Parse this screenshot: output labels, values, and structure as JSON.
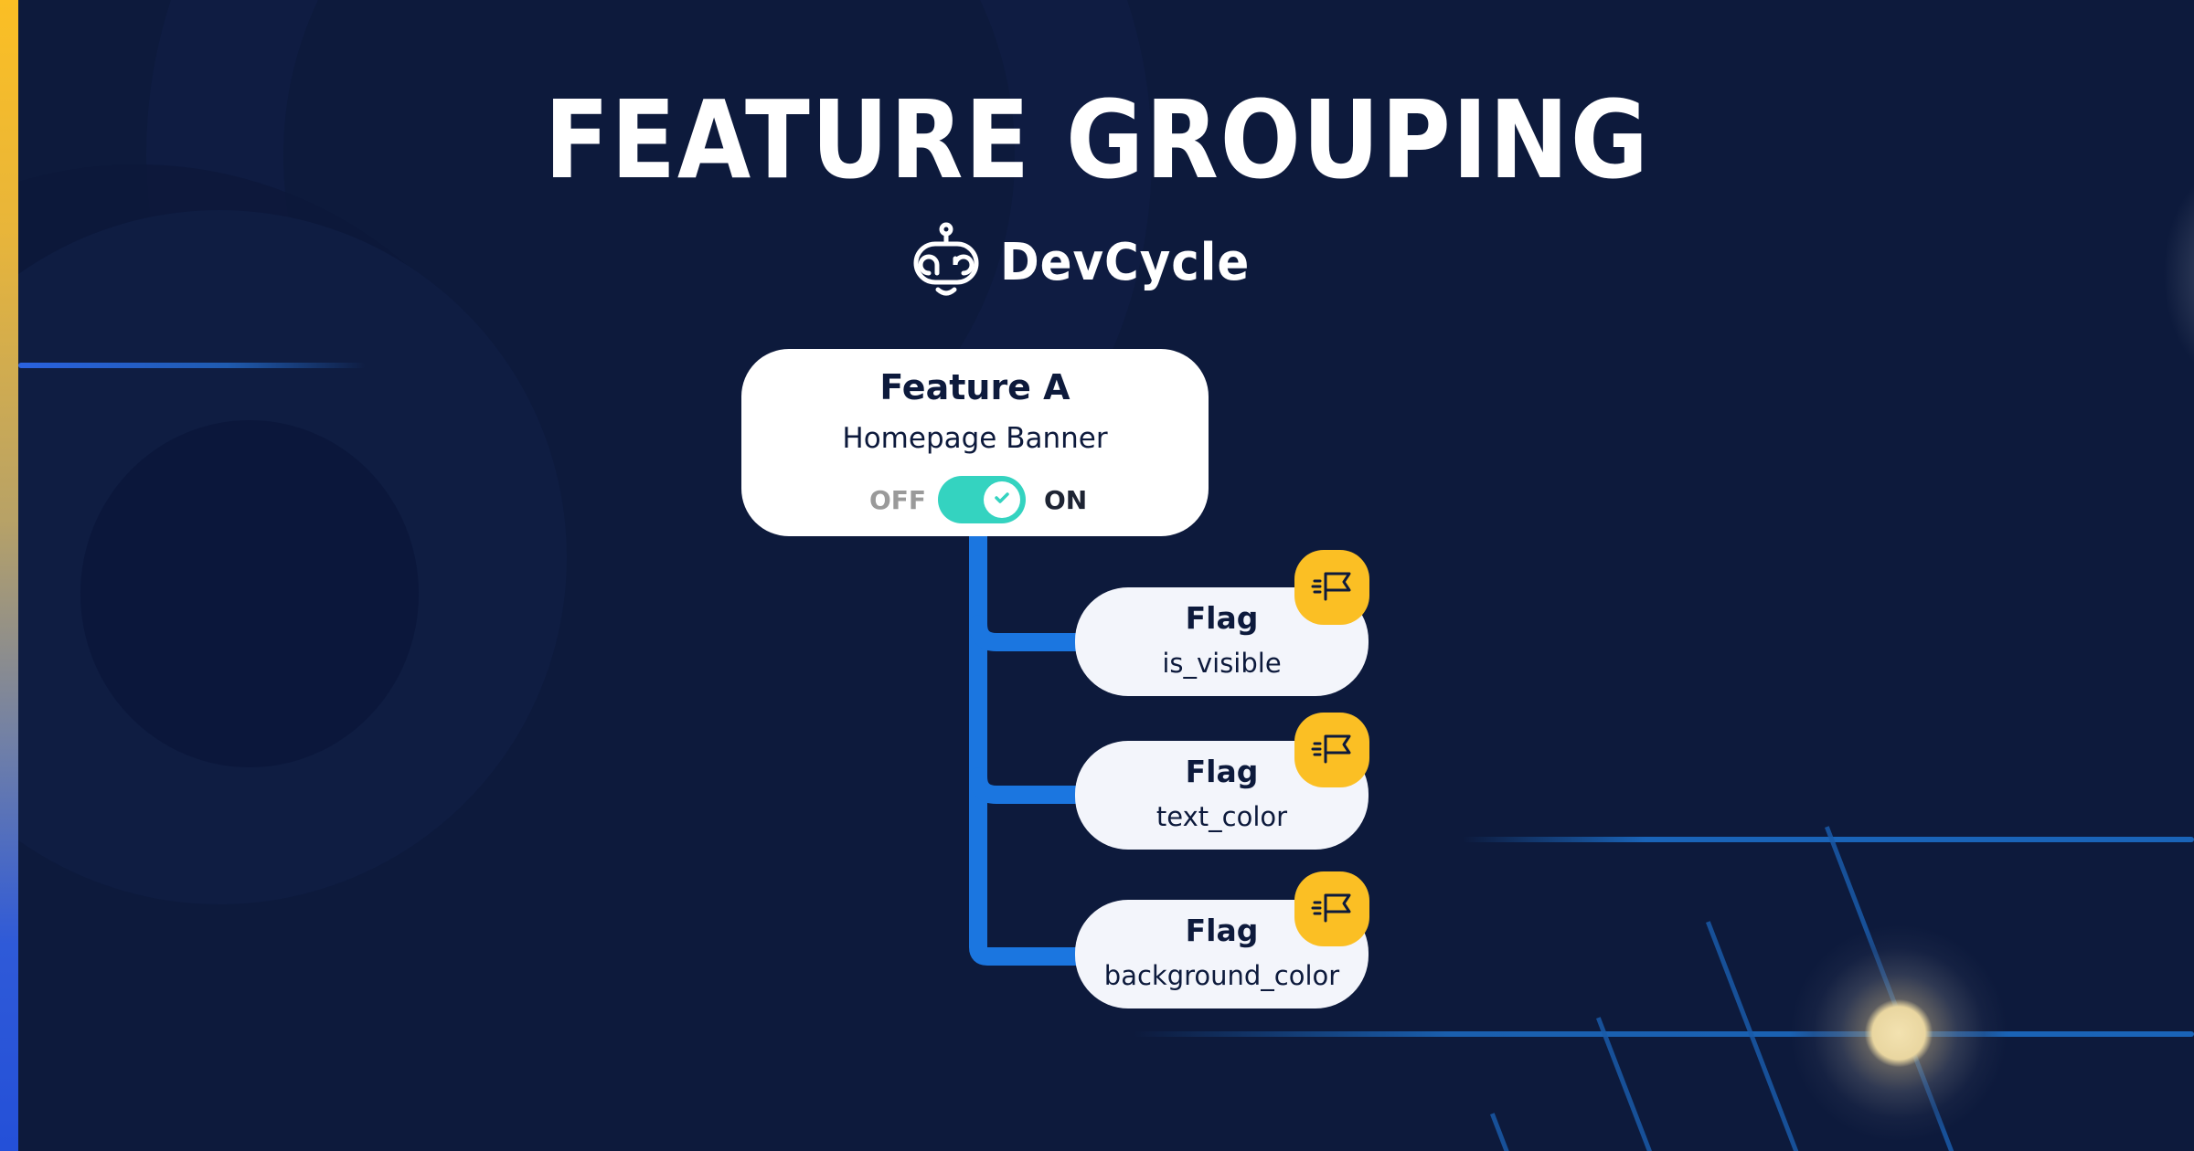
{
  "header": {
    "title": "FEATURE GROUPING",
    "brand_name": "DevCycle",
    "brand_icon": "robot-logo-icon"
  },
  "feature": {
    "label": "Feature A",
    "name": "Homepage Banner",
    "toggle": {
      "off_label": "OFF",
      "on_label": "ON",
      "state": "on",
      "icon": "check-icon"
    }
  },
  "flags": [
    {
      "label": "Flag",
      "name": "is_visible",
      "icon": "flag-icon"
    },
    {
      "label": "Flag",
      "name": "text_color",
      "icon": "flag-icon"
    },
    {
      "label": "Flag",
      "name": "background_color",
      "icon": "flag-icon"
    }
  ],
  "colors": {
    "background": "#0d1a3c",
    "card": "#ffffff",
    "flag_card": "#f3f5fb",
    "connector": "#1b76e0",
    "toggle_on": "#34d3c0",
    "badge": "#fbbf24",
    "text_dark": "#0d1a3c",
    "off_text": "#9a9a9a"
  }
}
